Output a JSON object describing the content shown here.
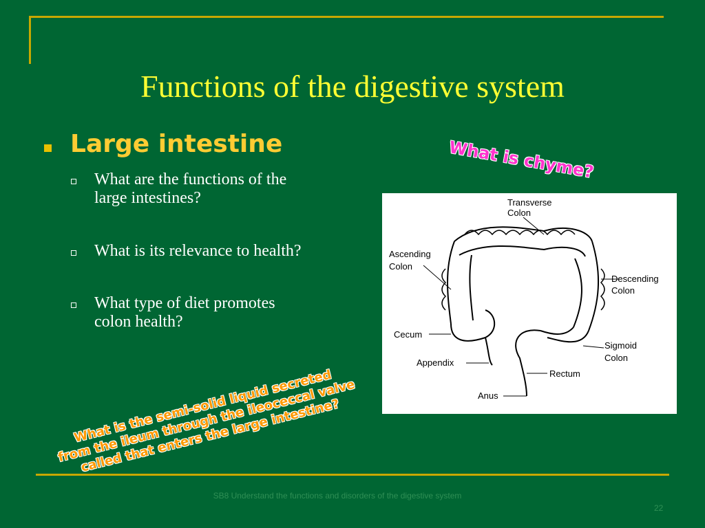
{
  "slide": {
    "title": "Functions of the digestive system",
    "bullet": "Large intestine",
    "sub_items": [
      {
        "line1": "What are the functions of the",
        "line2": "large intestines?"
      },
      {
        "line1": "What is its relevance to health?",
        "line2": ""
      },
      {
        "line1": "What type of diet promotes",
        "line2": "colon health?"
      }
    ],
    "callout_chyme": "What is chyme?",
    "callout_question": [
      "What is the semi-solid liquid secreted",
      "from the ileum through the ileoceccal valve",
      "called that enters the large intestine?"
    ],
    "footer_text": "SB8 Understand the functions and disorders of the digestive system",
    "page_number": "22"
  },
  "diagram": {
    "labels": {
      "transverse": "Transverse",
      "transverse2": "Colon",
      "ascending": "Ascending",
      "ascending2": "Colon",
      "descending": "Descending",
      "descending2": "Colon",
      "cecum": "Cecum",
      "sigmoid": "Sigmoid",
      "sigmoid2": "Colon",
      "appendix": "Appendix",
      "rectum": "Rectum",
      "anus": "Anus"
    }
  },
  "colors": {
    "background": "#006633",
    "frame": "#c8a800",
    "title": "#ffff33",
    "bullet": "#ffcc33",
    "chyme_callout": "#ff33cc",
    "question_callout": "#ff9900"
  }
}
